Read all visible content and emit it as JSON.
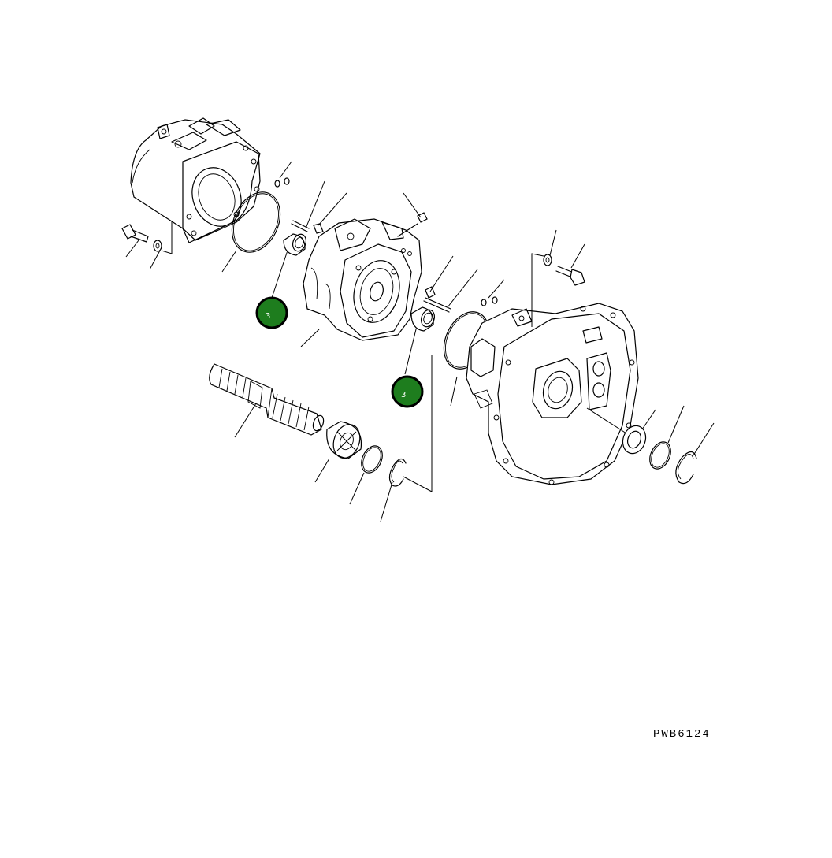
{
  "callouts": [
    {
      "id": "callout-upper-bushing",
      "label": "3"
    },
    {
      "id": "callout-lower-bushing",
      "label": "3"
    }
  ],
  "drawing_code": "PWB6124",
  "colors": {
    "callout_fill": "#1e7d1e",
    "line": "#000000",
    "background": "#ffffff"
  }
}
